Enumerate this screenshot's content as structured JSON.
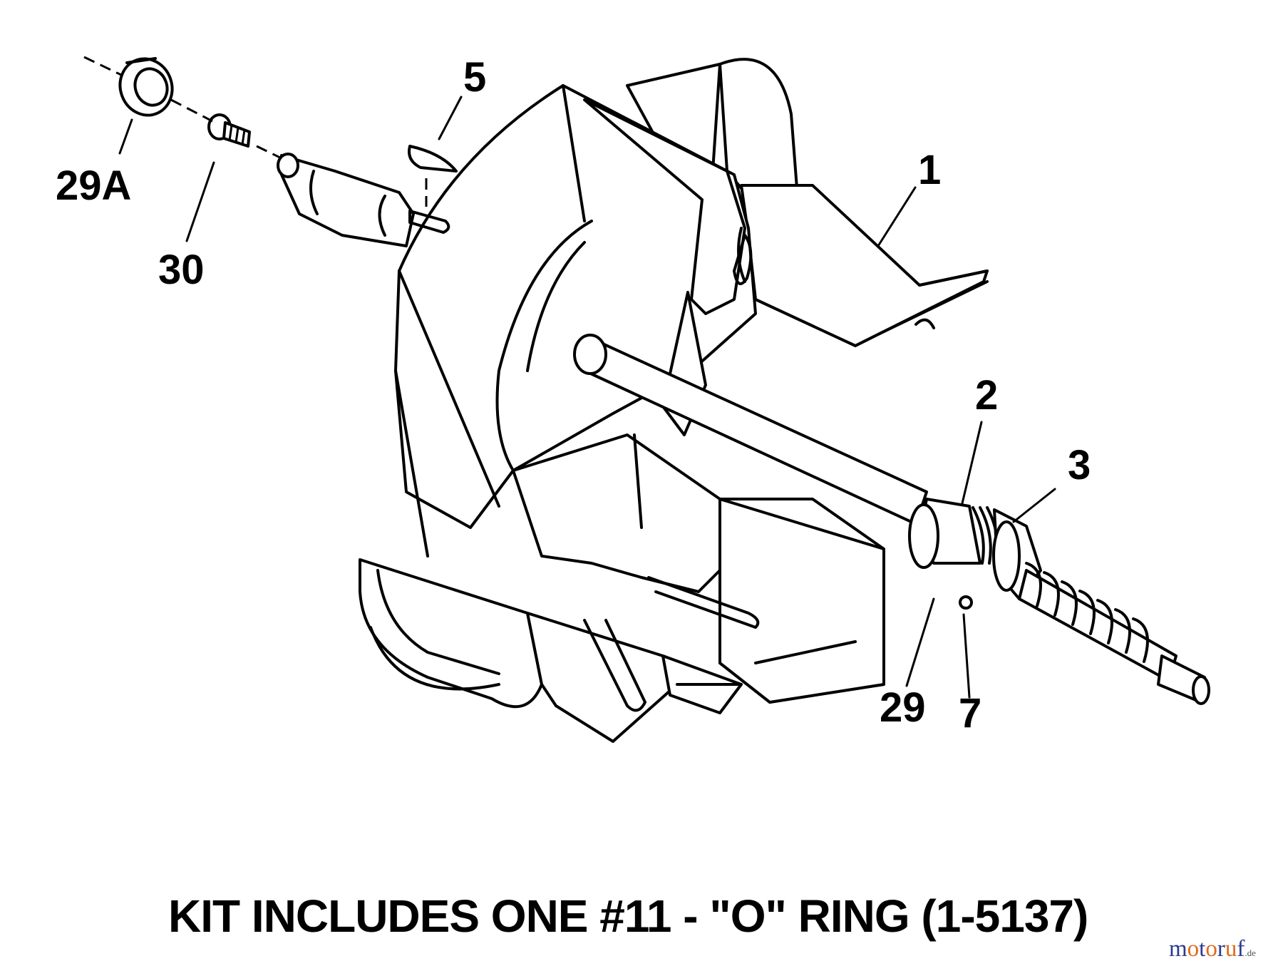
{
  "callouts": {
    "p1": "1",
    "p2": "2",
    "p3": "3",
    "p5": "5",
    "p7": "7",
    "p29": "29",
    "p29a": "29A",
    "p30": "30"
  },
  "footer_note": "KIT INCLUDES ONE #11 - \"O\" RING (1-5137)",
  "watermark": {
    "brand": "motoruf",
    "suffix": ".de",
    "accent_color": "#e06a1b"
  }
}
